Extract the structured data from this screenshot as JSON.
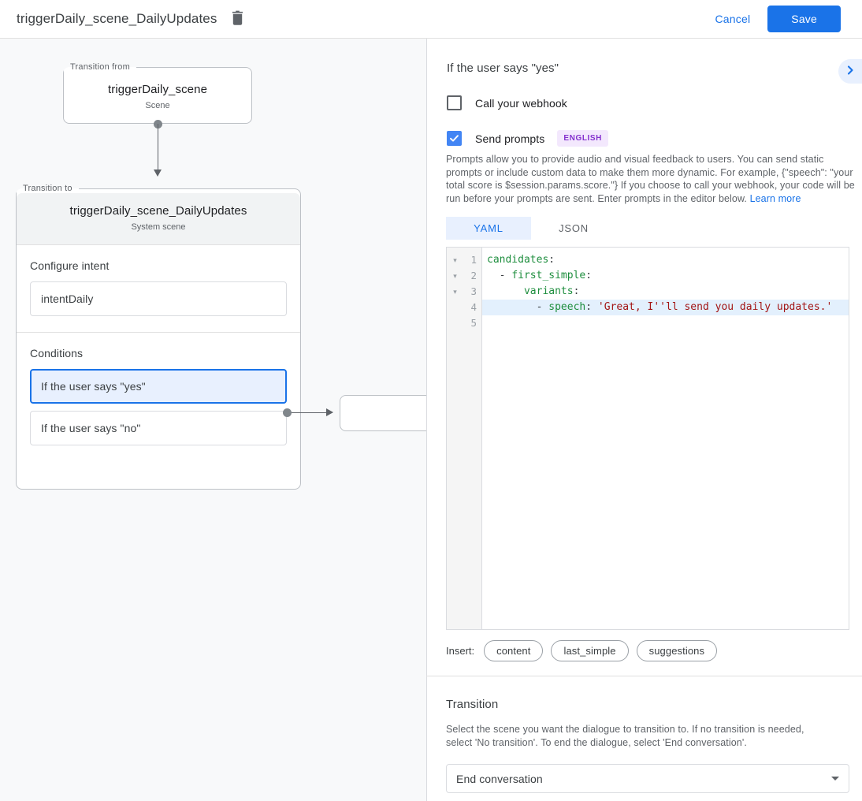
{
  "topbar": {
    "title": "triggerDaily_scene_DailyUpdates",
    "delete_icon": "trash-icon",
    "cancel_label": "Cancel",
    "save_label": "Save"
  },
  "canvas": {
    "transition_from": {
      "legend": "Transition from",
      "name": "triggerDaily_scene",
      "subtitle": "Scene"
    },
    "transition_to": {
      "legend": "Transition to",
      "name": "triggerDaily_scene_DailyUpdates",
      "subtitle": "System scene"
    },
    "intent_section": {
      "label": "Configure intent",
      "value": "intentDaily"
    },
    "conditions_section": {
      "label": "Conditions",
      "items": [
        {
          "label": "If the user says \"yes\"",
          "selected": true
        },
        {
          "label": "If the user says \"no\"",
          "selected": false
        }
      ]
    }
  },
  "panel": {
    "title": "If the user says \"yes\"",
    "expand_icon": "chevron-right-icon",
    "webhook": {
      "label": "Call your webhook",
      "checked": false
    },
    "prompts": {
      "label": "Send prompts",
      "checked": true,
      "badge": "ENGLISH"
    },
    "description": "Prompts allow you to provide audio and visual feedback to users. You can send static prompts or include custom data to make them more dynamic. For example, {\"speech\": \"your total score is $session.params.score.\"} If you choose to call your webhook, your code will be run before your prompts are sent. Enter prompts in the editor below. ",
    "description_link": "Learn more",
    "tabs": [
      {
        "label": "YAML",
        "active": true
      },
      {
        "label": "JSON",
        "active": false
      }
    ],
    "editor": {
      "line_numbers": [
        "1",
        "2",
        "3",
        "4",
        "5"
      ],
      "fold_markers": [
        "▾",
        "▾",
        "▾",
        "",
        ""
      ],
      "lines": [
        {
          "n": 1,
          "highlight": false,
          "tokens": [
            {
              "t": "candidates",
              "c": "k"
            },
            {
              "t": ":",
              "c": "p"
            }
          ]
        },
        {
          "n": 2,
          "highlight": false,
          "tokens": [
            {
              "t": "  - ",
              "c": "p"
            },
            {
              "t": "first_simple",
              "c": "k"
            },
            {
              "t": ":",
              "c": "p"
            }
          ]
        },
        {
          "n": 3,
          "highlight": false,
          "tokens": [
            {
              "t": "      ",
              "c": "p"
            },
            {
              "t": "variants",
              "c": "k"
            },
            {
              "t": ":",
              "c": "p"
            }
          ]
        },
        {
          "n": 4,
          "highlight": true,
          "tokens": [
            {
              "t": "        - ",
              "c": "p"
            },
            {
              "t": "speech",
              "c": "k"
            },
            {
              "t": ": ",
              "c": "p"
            },
            {
              "t": "'Great, I''ll send you daily updates.'",
              "c": "s"
            }
          ]
        },
        {
          "n": 5,
          "highlight": false,
          "tokens": []
        }
      ]
    },
    "insert": {
      "label": "Insert:",
      "chips": [
        "content",
        "last_simple",
        "suggestions"
      ]
    },
    "transition": {
      "title": "Transition",
      "description": "Select the scene you want the dialogue to transition to. If no transition is needed, select 'No transition'. To end the dialogue, select 'End conversation'.",
      "select_value": "End conversation",
      "caret_icon": "chevron-down-icon"
    }
  },
  "colors": {
    "accent_blue": "#1a73e8",
    "checkbox_blue": "#4285f4",
    "selected_bg": "#e8f0fe",
    "canvas_bg": "#f8f9fa",
    "badge_bg": "#f3e8fd",
    "badge_fg": "#8430ce",
    "yaml_key": "#1e8e3e",
    "yaml_string": "#a31515"
  }
}
